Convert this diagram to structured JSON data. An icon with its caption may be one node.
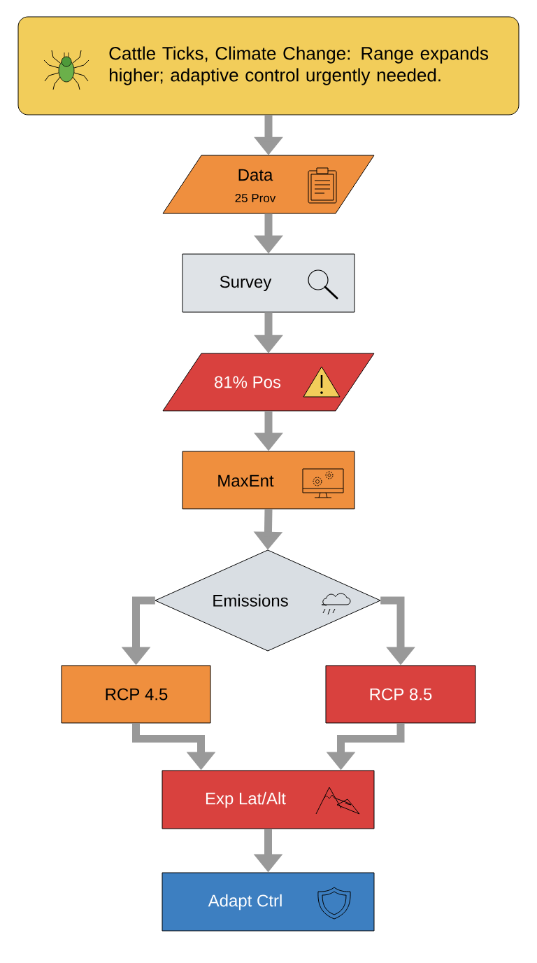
{
  "diagram": {
    "nodes": [
      {
        "text": [
          "Cattle Ticks, Climate Change: Range expands higher; adaptive control urgently needed."
        ]
      },
      {
        "text": [
          "Data",
          "25 Prov"
        ]
      },
      {
        "text": [
          "Survey"
        ]
      },
      {
        "text": [
          "81% Pos"
        ]
      },
      {
        "text": [
          "MaxEnt"
        ]
      },
      {
        "text": [
          "Emissions"
        ]
      },
      {
        "text": [
          "RCP 4.5"
        ]
      },
      {
        "text": [
          "RCP 8.5"
        ]
      },
      {
        "text": [
          "Exp Lat/Alt"
        ]
      },
      {
        "text": [
          "Adapt Ctrl"
        ]
      }
    ],
    "edges": [
      {
        "from": 0,
        "to": 1,
        "arrow": "to"
      },
      {
        "from": 1,
        "to": 2,
        "arrow": "to"
      },
      {
        "from": 2,
        "to": 3,
        "arrow": "to"
      },
      {
        "from": 3,
        "to": 4,
        "arrow": "to"
      },
      {
        "from": 4,
        "to": 5,
        "arrow": "to"
      },
      {
        "from": 5,
        "to": 6,
        "arrow": "to"
      },
      {
        "from": 5,
        "to": 7,
        "arrow": "to"
      },
      {
        "from": 6,
        "to": 8,
        "arrow": "to"
      },
      {
        "from": 7,
        "to": 8,
        "arrow": "to"
      },
      {
        "from": 8,
        "to": 9,
        "arrow": "to"
      }
    ]
  }
}
